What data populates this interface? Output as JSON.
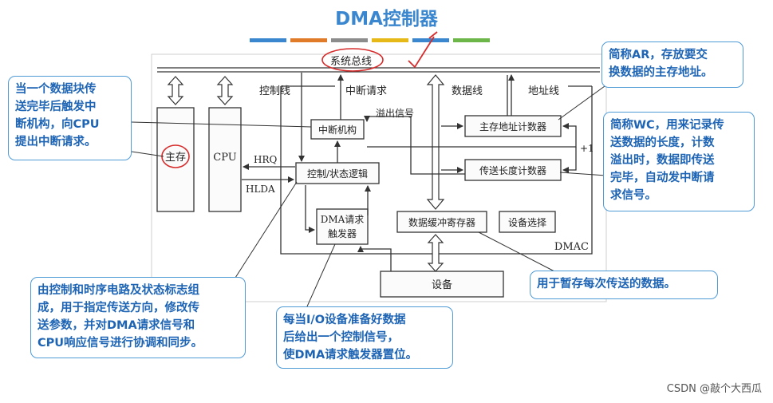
{
  "title": "DMA控制器",
  "color_strip": [
    "#3a86cf",
    "#e07b2a",
    "#8c8c8c",
    "#e6b818",
    "#3a86cf",
    "#6cb64a"
  ],
  "blocks": {
    "main_memory": "主存",
    "cpu": "CPU",
    "interrupt": "中断机构",
    "control_logic": "控制/状态逻辑",
    "dma_request_trigger": [
      "DMA请求",
      "触发器"
    ],
    "data_buffer": "数据缓冲寄存器",
    "device_select": "设备选择",
    "address_counter": "主存地址计数器",
    "word_counter": "传送长度计数器",
    "device": "设备"
  },
  "labels": {
    "system_bus": "系统总线",
    "control_line": "控制线",
    "interrupt_request": "中断请求",
    "data_line": "数据线",
    "address_line": "地址线",
    "overflow": "溢出信号",
    "hrq": "HRQ",
    "hlda": "HLDA",
    "plus_one": "+1",
    "dmac": "DMAC"
  },
  "callouts": {
    "interrupt_note": [
      "当一个数据块传",
      "送完毕后触发中",
      "断机构，向CPU",
      "提出中断请求。"
    ],
    "ar_note": [
      "简称AR，存放要交",
      "换数据的主存地址。"
    ],
    "wc_note": [
      "简称WC，用来记录传",
      "送数据的长度，计数",
      "溢出时，数据即传送",
      "完毕，自动发中断请",
      "求信号。"
    ],
    "control_note": [
      "由控制和时序电路及状态标志组",
      "成，用于指定传送方向，修改传",
      "送参数，并对DMA请求信号和",
      "CPU响应信号进行协调和同步。"
    ],
    "trigger_note": [
      "每当I/O设备准备好数据",
      "后给出一个控制信号，",
      "使DMA请求触发器置位。"
    ],
    "buffer_note": [
      "用于暂存每次传送的数据。"
    ]
  },
  "watermark": "CSDN @敲个大西瓜"
}
